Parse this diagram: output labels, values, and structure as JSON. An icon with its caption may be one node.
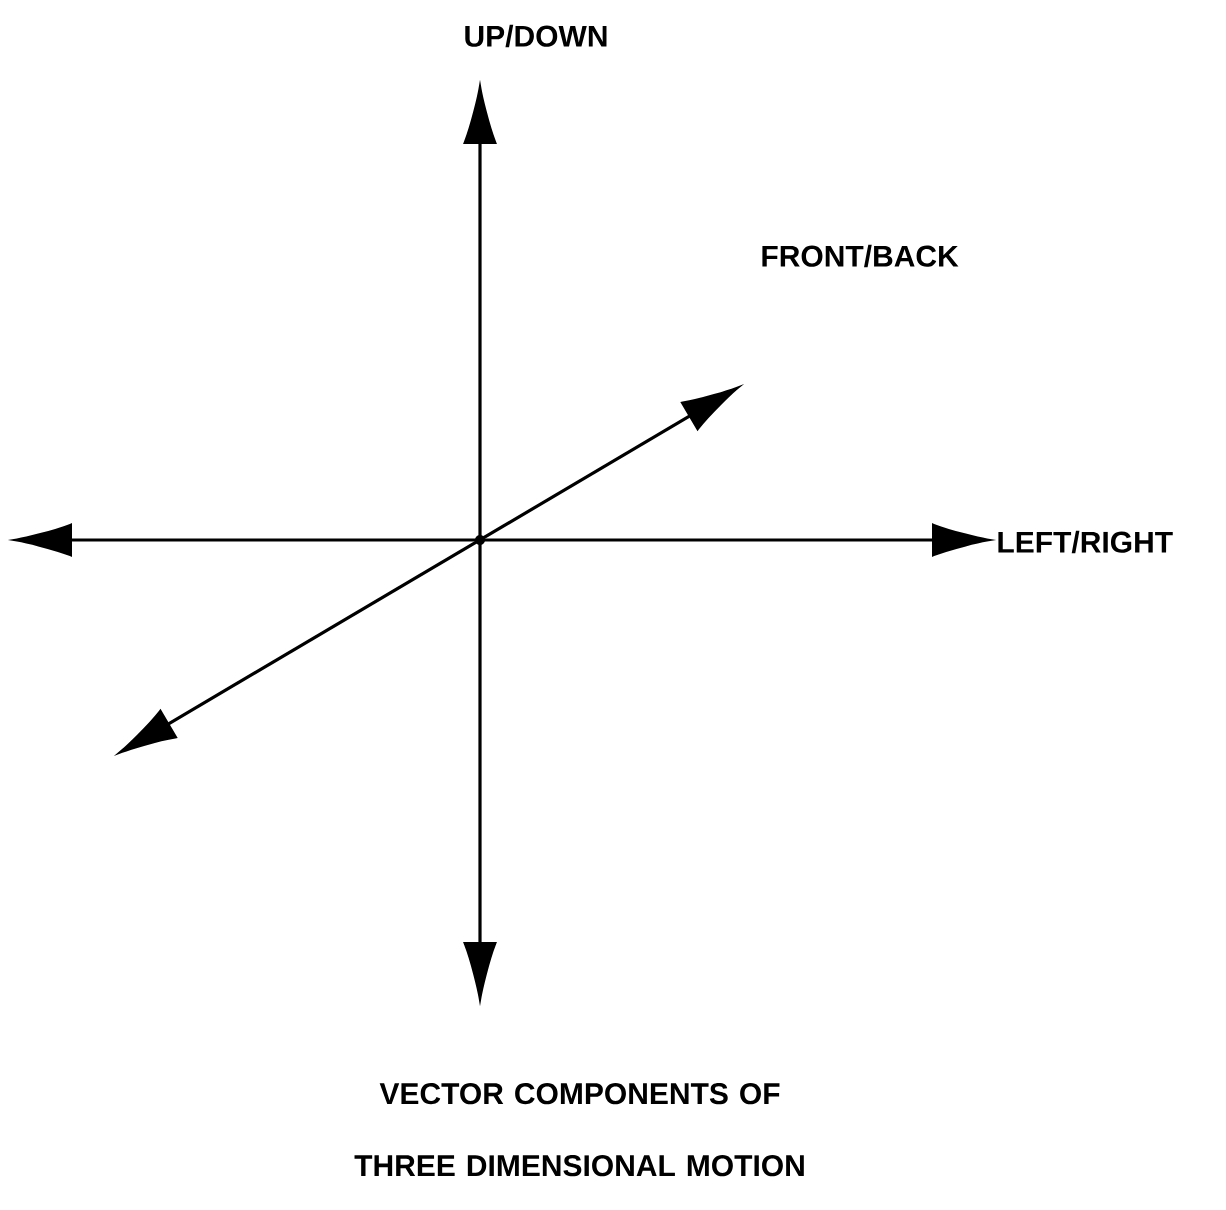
{
  "diagram": {
    "caption": "VECTOR COMPONENTS OF THREE DIMENSIONAL MOTION",
    "labels": [
      "UP/DOWN",
      "FRONT/BACK",
      "LEFT/RIGHT"
    ]
  }
}
